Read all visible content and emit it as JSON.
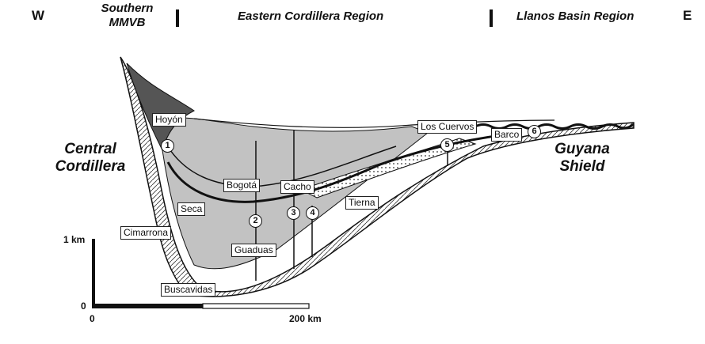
{
  "header": {
    "west": "W",
    "east": "E",
    "region_southern_line1": "Southern",
    "region_southern_line2": "MMVB",
    "region_eastern": "Eastern Cordillera Region",
    "region_llanos": "Llanos Basin Region"
  },
  "side_labels": {
    "central_line1": "Central",
    "central_line2": "Cordillera",
    "guyana_line1": "Guyana",
    "guyana_line2": "Shield"
  },
  "formations": {
    "hoyon": "Hoyón",
    "los_cuervos": "Los Cuervos",
    "barco": "Barco",
    "bogota": "Bogotá",
    "cacho": "Cacho",
    "seca": "Seca",
    "tierna": "Tierna",
    "cimarrona": "Cimarrona",
    "guaduas": "Guaduas",
    "buscavidas": "Buscavidas"
  },
  "wells": [
    "1",
    "2",
    "3",
    "4",
    "5",
    "6"
  ],
  "scale": {
    "vertical_label": "1 km",
    "vertical_zero": "0",
    "horizontal_zero": "0",
    "horizontal_label": "200 km"
  },
  "colors": {
    "fill_grey": "#c2c2c2",
    "stroke": "#111111"
  }
}
